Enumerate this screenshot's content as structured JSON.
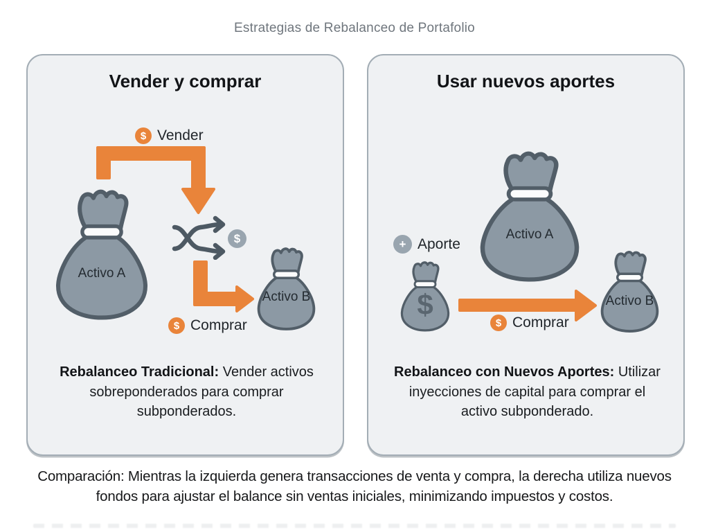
{
  "header": {
    "title": "Estrategias de Rebalanceo de Portafolio"
  },
  "panels": {
    "left": {
      "title": "Vender y comprar",
      "sell_badge": {
        "icon": "$",
        "label": "Vender"
      },
      "buy_badge": {
        "icon": "$",
        "label": "Comprar"
      },
      "exchange_badge": {
        "icon": "$"
      },
      "asset_a_label": "Activo A",
      "asset_b_label": "Activo B",
      "caption_bold": "Rebalanceo Tradicional:",
      "caption_text": " Vender activos sobreponderados para comprar subponderados."
    },
    "right": {
      "title": "Usar nuevos aportes",
      "contribution_badge": {
        "icon": "+",
        "label": "Aporte"
      },
      "buy_badge": {
        "icon": "$",
        "label": "Comprar"
      },
      "cash_bag_symbol": "$",
      "asset_a_label": "Activo A",
      "asset_b_label": "Activo B",
      "caption_bold": "Rebalanceo con Nuevos Aportes:",
      "caption_text": " Utilizar inyecciones de capital para comprar el activo subponderado."
    }
  },
  "footer": {
    "comparison": "Comparación: Mientras la izquierda genera transacciones de venta y compra, la derecha utiliza nuevos fondos para ajustar el balance sin ventas iniciales, minimizando impuestos y costos."
  },
  "colors": {
    "accent_orange": "#E9843A",
    "bag_fill": "#8C99A4",
    "bag_stroke": "#525E68",
    "neutral_badge_gray": "#99A5AF",
    "panel_bg": "#EFF1F3",
    "panel_border": "#A3ADB5",
    "title_gray": "#6F767D"
  }
}
